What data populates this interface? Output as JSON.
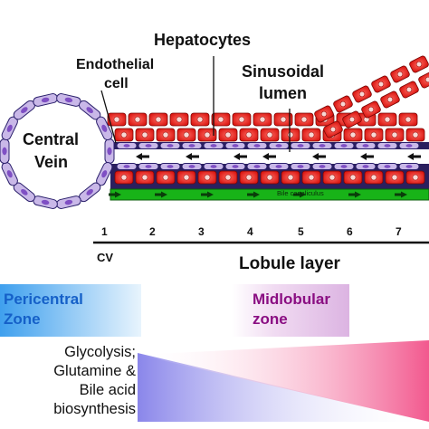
{
  "labels": {
    "hepatocytes": "Hepatocytes",
    "endothelial_line1": "Endothelial",
    "endothelial_line2": "cell",
    "sinusoidal_line1": "Sinusoidal",
    "sinusoidal_line2": "lumen",
    "central_line1": "Central",
    "central_line2": "Vein",
    "bile_canaliculus": "Bile canaliculus",
    "cv": "CV",
    "lobule_layer": "Lobule layer"
  },
  "layers": [
    "1",
    "2",
    "3",
    "4",
    "5",
    "6",
    "7"
  ],
  "zones": {
    "pericentral_line1": "Pericentral",
    "pericentral_line2": "Zone",
    "midlobular_line1": "Midlobular",
    "midlobular_line2": "zone"
  },
  "functions": [
    "Glycolysis;",
    "Glutamine &",
    "Bile acid",
    "biosynthesis"
  ],
  "colors": {
    "hepatocyte": "#e8201c",
    "hepatocyte_nucleus": "#f8d8d4",
    "endothelial": "#c9b8e8",
    "endothelial_border": "#2a1f6b",
    "bile_canaliculus": "#18b318",
    "pericentral_zone": "#4aa7ee",
    "pericentral_text": "#1560c8",
    "midlobular_zone": "#e8c6ec",
    "midlobular_text": "#8a0e82",
    "gradient_blue": "#8c88ea",
    "gradient_pink": "#f2588e"
  },
  "icons": [
    "arrow-left-icon",
    "arrow-right-icon"
  ]
}
